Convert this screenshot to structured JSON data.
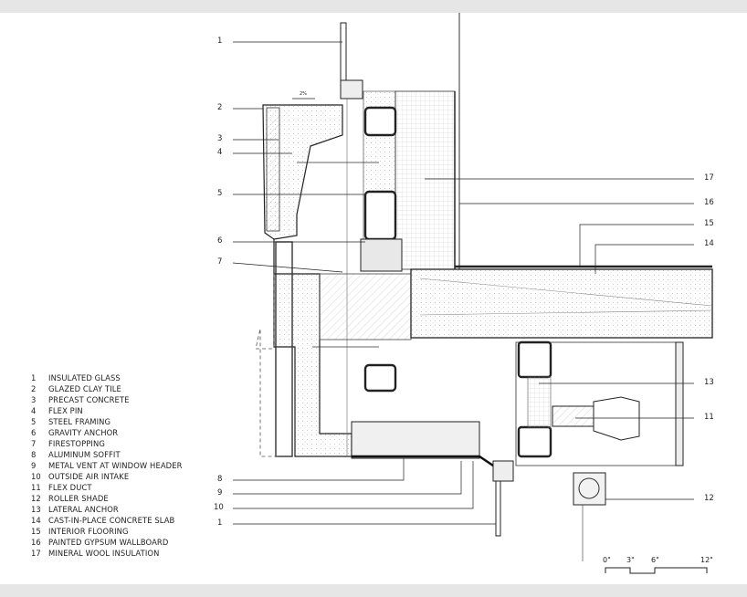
{
  "legend": [
    {
      "num": "1",
      "label": "INSULATED GLASS"
    },
    {
      "num": "2",
      "label": "GLAZED CLAY TILE"
    },
    {
      "num": "3",
      "label": "PRECAST CONCRETE"
    },
    {
      "num": "4",
      "label": "FLEX PIN"
    },
    {
      "num": "5",
      "label": "STEEL FRAMING"
    },
    {
      "num": "6",
      "label": "GRAVITY ANCHOR"
    },
    {
      "num": "7",
      "label": "FIRESTOPPING"
    },
    {
      "num": "8",
      "label": "ALUMINUM SOFFIT"
    },
    {
      "num": "9",
      "label": "METAL VENT AT WINDOW HEADER"
    },
    {
      "num": "10",
      "label": "OUTSIDE AIR INTAKE"
    },
    {
      "num": "11",
      "label": "FLEX DUCT"
    },
    {
      "num": "12",
      "label": "ROLLER SHADE"
    },
    {
      "num": "13",
      "label": "LATERAL ANCHOR"
    },
    {
      "num": "14",
      "label": "CAST-IN-PLACE CONCRETE SLAB"
    },
    {
      "num": "15",
      "label": "INTERIOR FLOORING"
    },
    {
      "num": "16",
      "label": "PAINTED GYPSUM WALLBOARD"
    },
    {
      "num": "17",
      "label": "MINERAL WOOL INSULATION"
    }
  ],
  "callouts_left": [
    "1",
    "2",
    "3",
    "4",
    "5",
    "6",
    "7",
    "8",
    "9",
    "10",
    "1"
  ],
  "callouts_right": [
    "17",
    "16",
    "15",
    "14",
    "13",
    "11",
    "12"
  ],
  "slope_note": "2%",
  "scale": [
    "0\"",
    "3\"",
    "6\"",
    "12\""
  ]
}
